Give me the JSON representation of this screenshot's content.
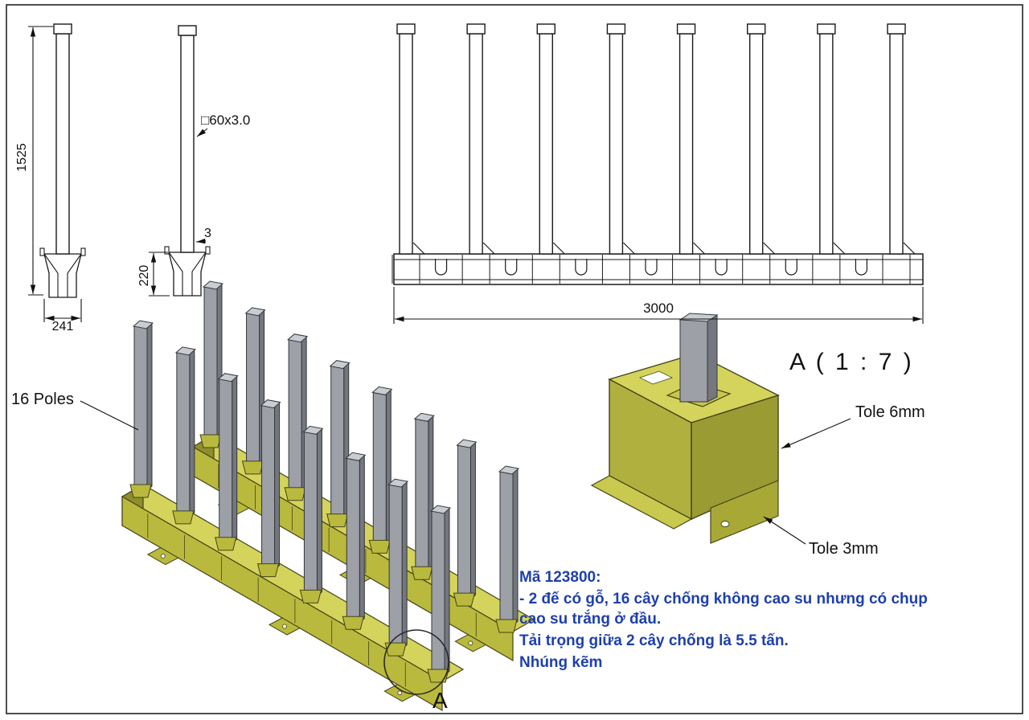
{
  "colors": {
    "line": "#1a1a1a",
    "edge": "#44441a",
    "rail": "#b9b93d",
    "rail_light": "#d4d45c",
    "rail_dark": "#8e8e2d",
    "pole": "#9da0a6",
    "pole_dark": "#74777d",
    "pole_light": "#c9ccd1",
    "note_blue": "#1e3fae"
  },
  "dimensions": {
    "pole_height": "1525",
    "base_width": "241",
    "base_height": "220",
    "wall_thickness": "3",
    "tube_spec": "□60x3.0",
    "rack_length": "3000"
  },
  "labels": {
    "poles_count": "16 Poles",
    "detail_title": "A ( 1 : 7 )",
    "tole_6": "Tole 6mm",
    "tole_3": "Tole 3mm",
    "detail_mark": "A"
  },
  "notes": {
    "code": "Mã 123800:",
    "line1": "- 2 đế có gỗ, 16 cây chống không cao su nhưng có chụp cao su trắng ở đầu.",
    "line2": "Tải trọng giữa 2 cây chống là 5.5 tấn.",
    "line3": "Nhúng kẽm"
  }
}
